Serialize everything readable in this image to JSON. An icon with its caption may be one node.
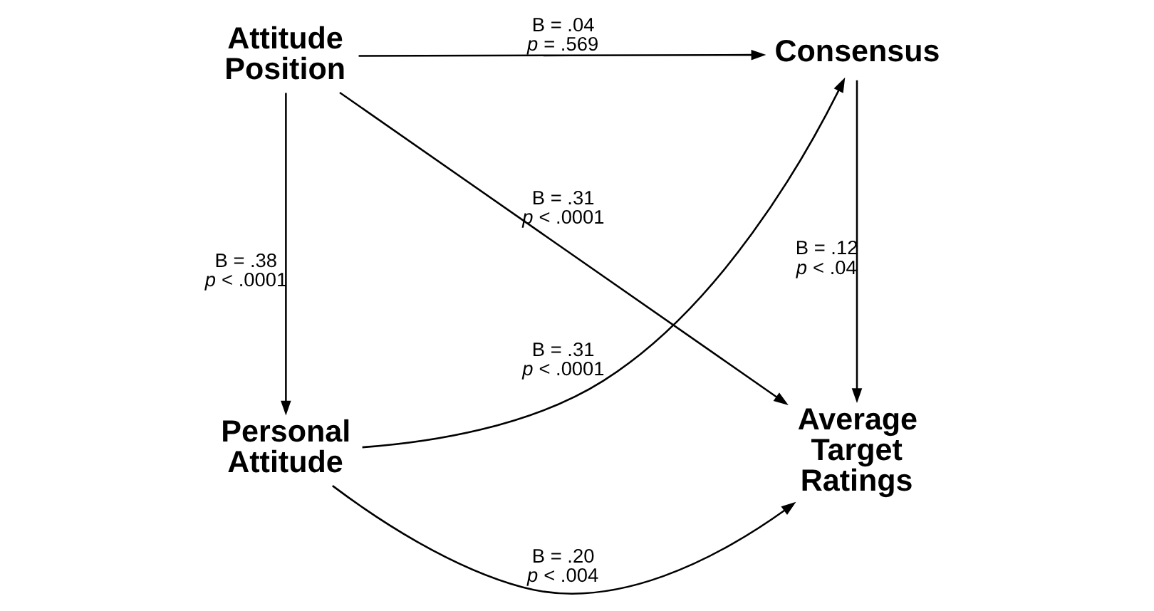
{
  "diagram": {
    "nodes": [
      {
        "text": [
          "Personal Attitude"
        ]
      },
      {
        "text": [
          "Consensus"
        ]
      },
      {
        "text": [
          "Attitude Position"
        ]
      },
      {
        "text": [
          "Average Target Ratings"
        ]
      }
    ],
    "edges": [
      {
        "from": 0,
        "to": 1,
        "arrow": "to",
        "label": "B = .31 *p* < .0001"
      },
      {
        "from": 2,
        "to": 0,
        "arrow": "to",
        "label": "B = .38 *p* < .0001"
      },
      {
        "from": 2,
        "to": 1,
        "arrow": "to",
        "label": "B = .04 *p* = .569"
      },
      {
        "from": 0,
        "to": 3,
        "arrow": "to",
        "label": "B = .20 *p* < .004"
      },
      {
        "from": 1,
        "to": 3,
        "arrow": "to",
        "label": "B = .12 *p* < .04"
      },
      {
        "from": 2,
        "to": 3,
        "arrow": "to",
        "label": "B = .31 *p* < .0001"
      }
    ]
  }
}
